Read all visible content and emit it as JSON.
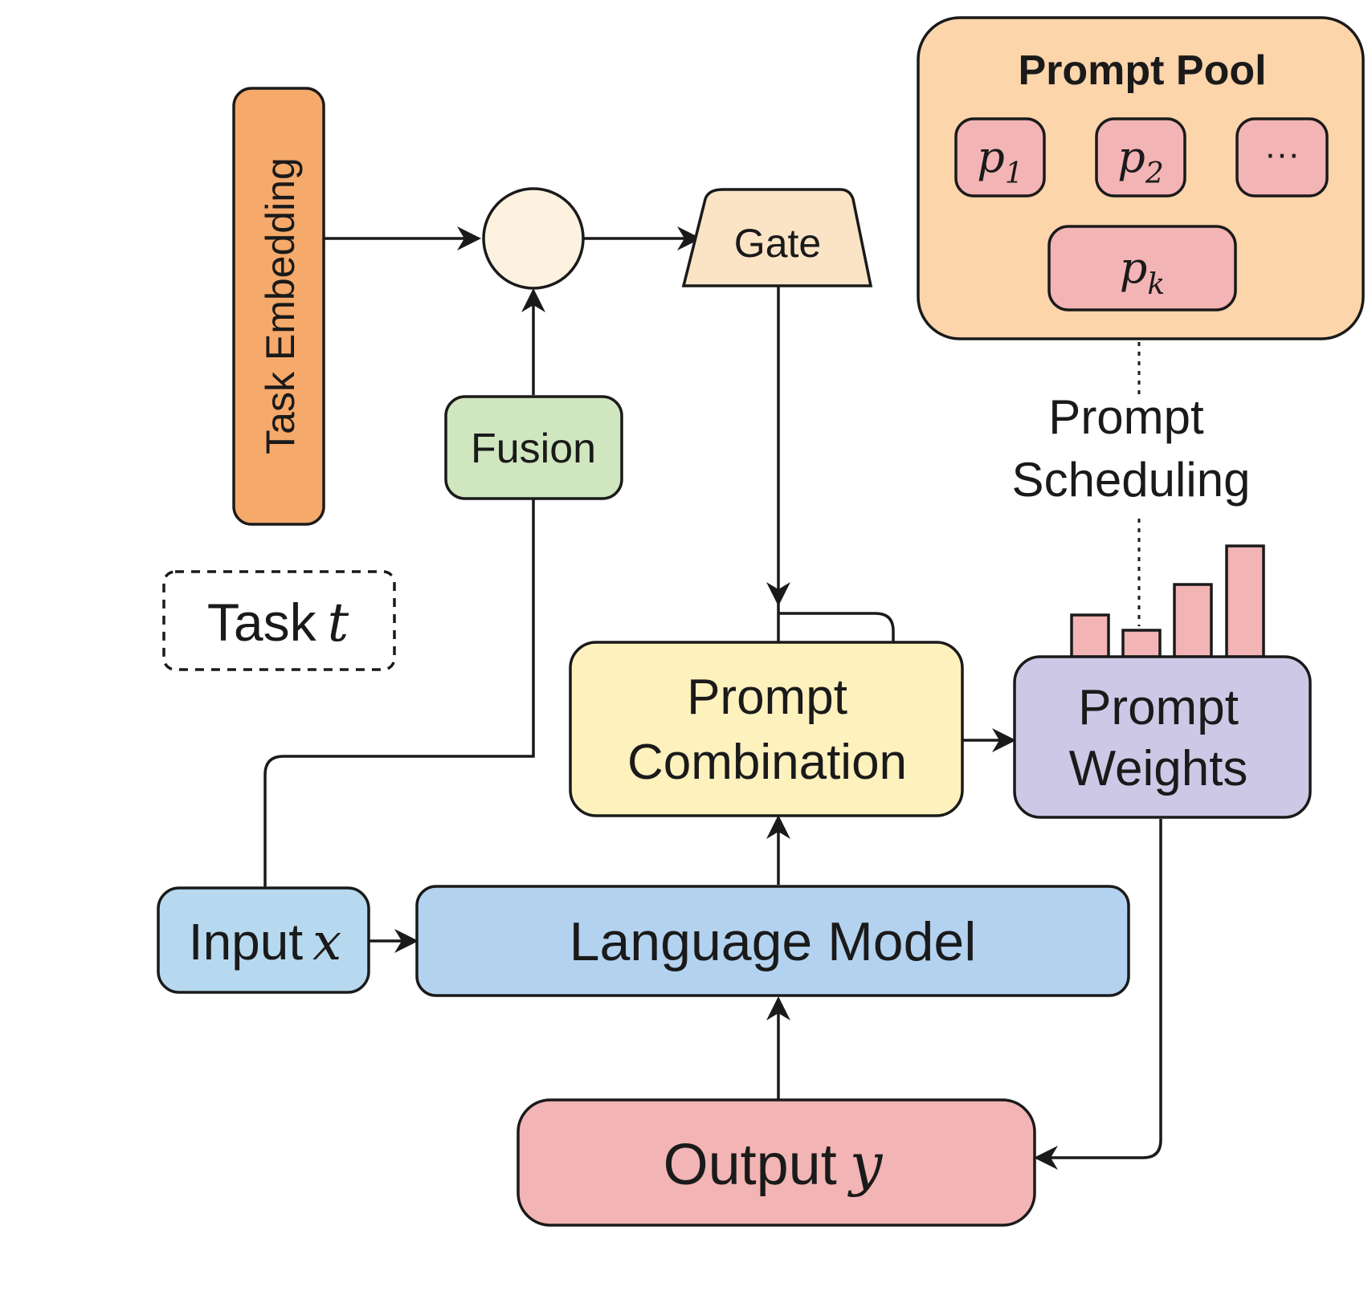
{
  "task_embedding": {
    "label": "Task Embedding"
  },
  "gate": {
    "label": "Gate"
  },
  "fusion": {
    "label": "Fusion"
  },
  "task": {
    "label": "Task",
    "var": "t"
  },
  "prompt_pool": {
    "title": "Prompt Pool",
    "items": [
      {
        "base": "p",
        "sub": "1"
      },
      {
        "base": "p",
        "sub": "2"
      },
      {
        "base": "···",
        "sub": ""
      },
      {
        "base": "p",
        "sub": "k"
      }
    ]
  },
  "prompt_scheduling": {
    "line1": "Prompt",
    "line2": "Scheduling"
  },
  "prompt_combination": {
    "line1": "Prompt",
    "line2": "Combination"
  },
  "prompt_weights": {
    "line1": "Prompt",
    "line2": "Weights",
    "bar_levels": [
      0.38,
      0.24,
      0.65,
      1.0
    ]
  },
  "input": {
    "label": "Input",
    "var": "x"
  },
  "language_model": {
    "label": "Language Model"
  },
  "output": {
    "label": "Output",
    "var": "y"
  },
  "colors": {
    "task_embedding": "#f5a96b",
    "gate": "#fbe3c6",
    "circle": "#fdf2e0",
    "fusion": "#cfe6bf",
    "prompt_pool": "#fdd5aa",
    "prompt_item": "#f2b4b4",
    "prompt_combination": "#fdf1be",
    "prompt_weights": "#cdc8e6",
    "input": "#b6d9ef",
    "language_model": "#b3d2ef",
    "output": "#f2b4b4",
    "bars": "#f2b4b4",
    "stroke": "#1a1a1a"
  }
}
